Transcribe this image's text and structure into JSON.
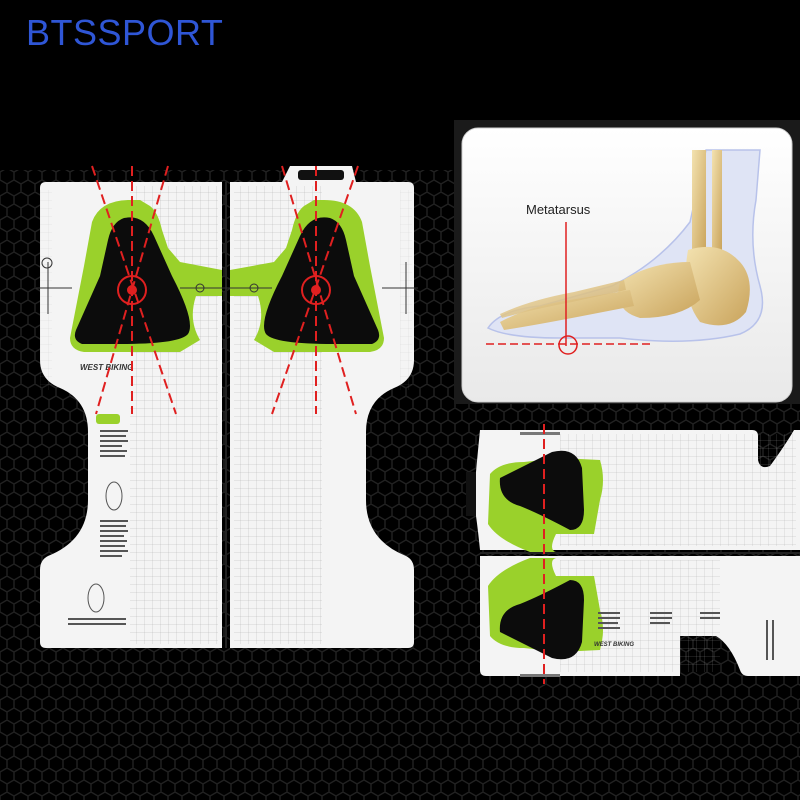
{
  "brand": {
    "text": "BTSSPORT",
    "color": "#2f56d6"
  },
  "foot_panel": {
    "label": "Metatarsus"
  },
  "tool": {
    "logo_text": "WEST BIKING",
    "accent": "#9ad12b",
    "line_color": "#e02020"
  }
}
